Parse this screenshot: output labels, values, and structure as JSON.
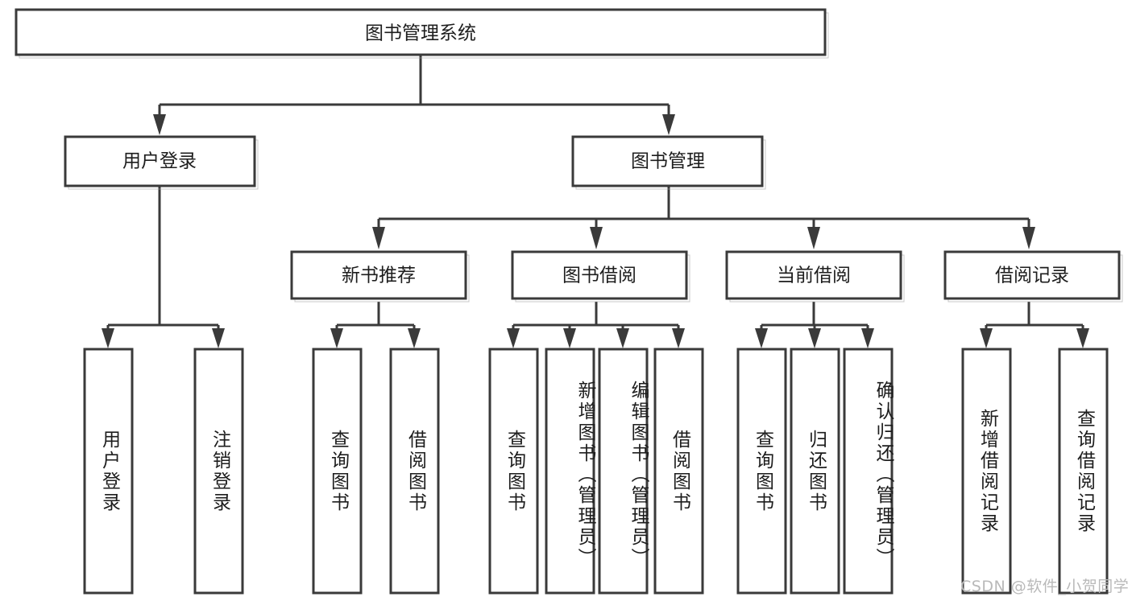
{
  "diagram": {
    "type": "tree-hierarchy",
    "title_text": "图书管理系统",
    "orientation": "top-down",
    "colors": {
      "stroke": "#3a3a3a",
      "box_fill": "#ffffff",
      "text": "#1d1d1d",
      "background": "#ffffff",
      "watermark": "#b9b9b9"
    },
    "root": {
      "id": "root",
      "label": "图书管理系统"
    },
    "level2": [
      {
        "id": "user-login",
        "label": "用户登录"
      },
      {
        "id": "book-manage",
        "label": "图书管理"
      }
    ],
    "level3": [
      {
        "id": "new-book-recommend",
        "label": "新书推荐",
        "parent": "book-manage"
      },
      {
        "id": "book-borrow",
        "label": "图书借阅",
        "parent": "book-manage"
      },
      {
        "id": "current-borrow",
        "label": "当前借阅",
        "parent": "book-manage"
      },
      {
        "id": "borrow-record",
        "label": "借阅记录",
        "parent": "book-manage"
      }
    ],
    "leaves": [
      {
        "id": "leaf-user-login",
        "label": "用户登录",
        "parent": "user-login"
      },
      {
        "id": "leaf-user-logout",
        "label": "注销登录",
        "parent": "user-login"
      },
      {
        "id": "leaf-query-book-1",
        "label": "查询图书",
        "parent": "new-book-recommend"
      },
      {
        "id": "leaf-borrow-book-1",
        "label": "借阅图书",
        "parent": "new-book-recommend"
      },
      {
        "id": "leaf-query-book-2",
        "label": "查询图书",
        "parent": "book-borrow"
      },
      {
        "id": "leaf-add-book",
        "label": "新增图书（管理员）",
        "parent": "book-borrow"
      },
      {
        "id": "leaf-edit-book",
        "label": "编辑图书（管理员）",
        "parent": "book-borrow"
      },
      {
        "id": "leaf-borrow-book-2",
        "label": "借阅图书",
        "parent": "book-borrow"
      },
      {
        "id": "leaf-query-book-3",
        "label": "查询图书",
        "parent": "current-borrow"
      },
      {
        "id": "leaf-return-book",
        "label": "归还图书",
        "parent": "current-borrow"
      },
      {
        "id": "leaf-confirm-return",
        "label": "确认归还（管理员）",
        "parent": "current-borrow"
      },
      {
        "id": "leaf-add-record",
        "label": "新增借阅记录",
        "parent": "borrow-record"
      },
      {
        "id": "leaf-query-record",
        "label": "查询借阅记录",
        "parent": "borrow-record"
      }
    ]
  },
  "watermark": {
    "text": "CSDN @软件_小贺同学"
  }
}
